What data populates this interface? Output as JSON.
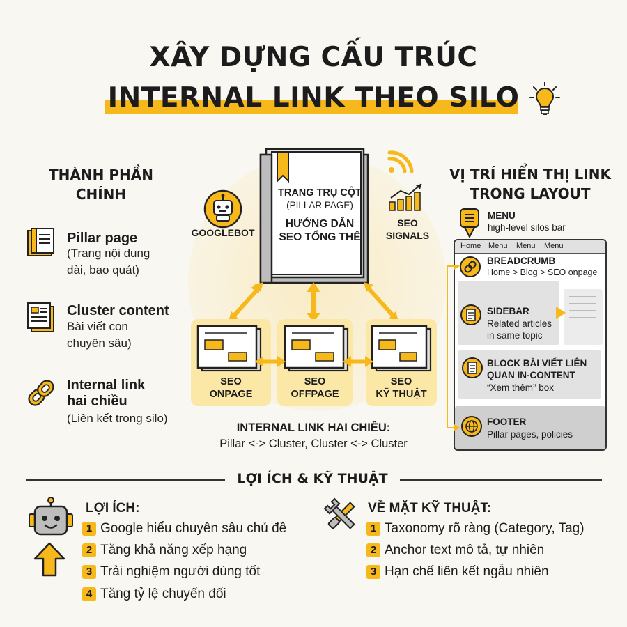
{
  "title": {
    "line1": "XÂY DỰNG CẤU TRÚC",
    "line2": "INTERNAL LINK THEO SILO",
    "accent": "#f6b81b"
  },
  "components": {
    "heading_line1": "THÀNH PHẦN",
    "heading_line2": "CHÍNH",
    "items": [
      {
        "icon": "book-icon",
        "title": "Pillar page",
        "desc": [
          "(Trang nội dung",
          "dài, bao quát)"
        ]
      },
      {
        "icon": "document-icon",
        "title": "Cluster content",
        "desc": [
          "Bài viết con",
          "chuyên sâu)"
        ]
      },
      {
        "icon": "chain-link-icon",
        "title_lines": [
          "Internal link",
          "hai chiều"
        ],
        "desc": [
          "(Liên kết trong silo)"
        ]
      }
    ]
  },
  "diagram": {
    "pillar": {
      "line1": "TRANG TRỤ CỘT",
      "line2": "(PILLAR PAGE)",
      "line3": "HƯỚNG DẪN",
      "line4": "SEO TỔNG THỂ"
    },
    "googlebot": "GOOGLEBOT",
    "signals": {
      "line1": "SEO",
      "line2": "SIGNALS"
    },
    "clusters": [
      {
        "line1": "SEO",
        "line2": "ONPAGE"
      },
      {
        "line1": "SEO",
        "line2": "OFFPAGE"
      },
      {
        "line1": "SEO",
        "line2": "KỸ THUẬT"
      }
    ],
    "caption_bold": "INTERNAL LINK HAI CHIỀU:",
    "caption_text": "Pillar <-> Cluster, Cluster <-> Cluster"
  },
  "layout": {
    "heading_line1": "VỊ TRÍ HIỂN THỊ LINK",
    "heading_line2": "TRONG LAYOUT",
    "menu": {
      "title": "MENU",
      "desc": "high-level silos bar"
    },
    "nav": [
      "Home",
      "Menu",
      "Menu",
      "Menu"
    ],
    "breadcrumb": {
      "title": "BREADCRUMB",
      "desc": "Home > Blog > SEO onpage"
    },
    "sidebar": {
      "title": "SIDEBAR",
      "desc1": "Related articles",
      "desc2": "in same topic"
    },
    "block": {
      "title1": "BLOCK BÀI VIẾT LIÊN",
      "title2": "QUAN IN-CONTENT",
      "desc": "“Xem thêm” box"
    },
    "footer": {
      "title": "FOOTER",
      "desc": "Pillar pages, policies"
    }
  },
  "benefits_section": {
    "heading": "LỢI ÍCH & KỸ THUẬT",
    "benefits": {
      "heading": "LỢI ÍCH:",
      "items": [
        {
          "n": "1",
          "text": "Google hiểu chuyên sâu chủ đề"
        },
        {
          "n": "2",
          "text": "Tăng khả năng xếp hạng"
        },
        {
          "n": "3",
          "text": "Trải nghiệm người dùng tốt"
        },
        {
          "n": "4",
          "text": "Tăng tỷ lệ chuyển đổi"
        }
      ]
    },
    "technical": {
      "heading": "VỀ MẶT KỸ THUẬT:",
      "items": [
        {
          "n": "1",
          "text": "Taxonomy rõ ràng (Category, Tag)"
        },
        {
          "n": "2",
          "text": "Anchor text mô tả, tự nhiên"
        },
        {
          "n": "3",
          "text": "Hạn chế liên kết ngẫu nhiên"
        }
      ]
    }
  }
}
